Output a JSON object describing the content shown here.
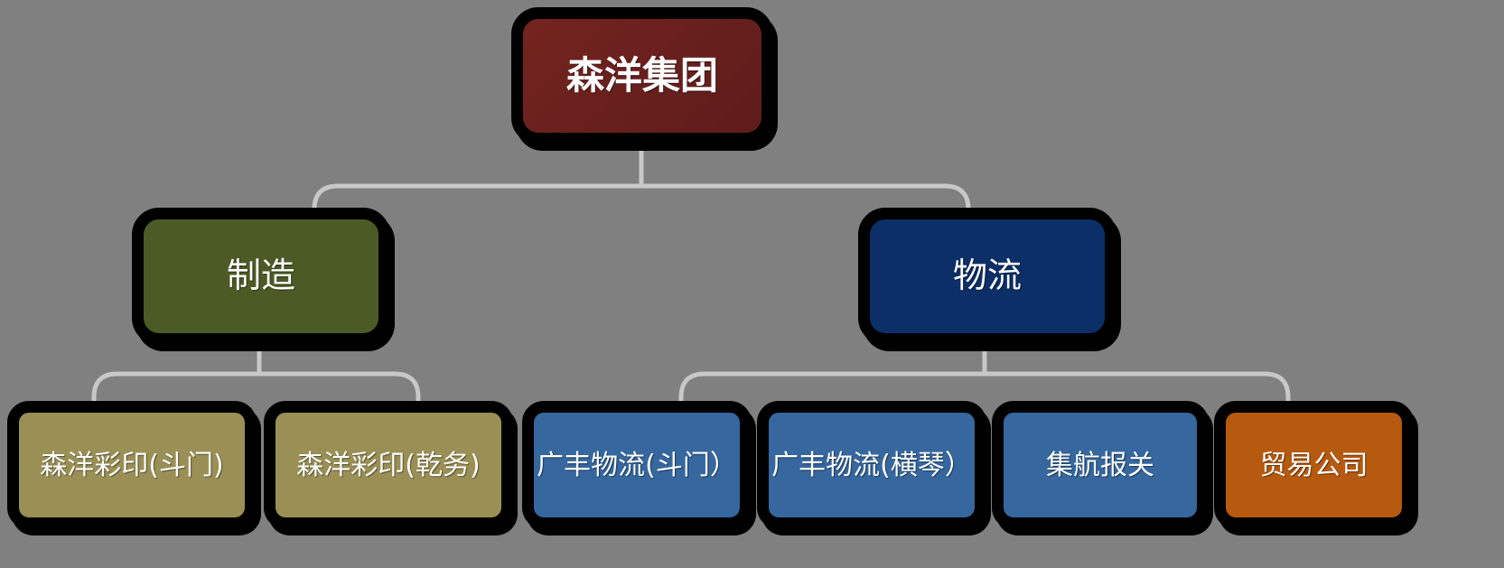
{
  "diagram": {
    "type": "organization-chart",
    "background_color": "#808080",
    "connector_color": "#c8c8c8",
    "border_color": "#000000",
    "text_color": "#ffffff",
    "root": {
      "label": "森洋集团",
      "color": "#6b2220"
    },
    "divisions": [
      {
        "label": "制造",
        "color": "#4c5b25",
        "children": [
          {
            "label": "森洋彩印(斗门)",
            "color": "#9a9055"
          },
          {
            "label": "森洋彩印(乾务)",
            "color": "#9a9055"
          }
        ]
      },
      {
        "label": "物流",
        "color": "#0d2f68",
        "children": [
          {
            "label": "广丰物流(斗门）",
            "color": "#36679e"
          },
          {
            "label": "广丰物流(横琴）",
            "color": "#36679e"
          },
          {
            "label": "集航报关",
            "color": "#36679e"
          },
          {
            "label": "贸易公司",
            "color": "#b55a0e"
          }
        ]
      }
    ]
  }
}
